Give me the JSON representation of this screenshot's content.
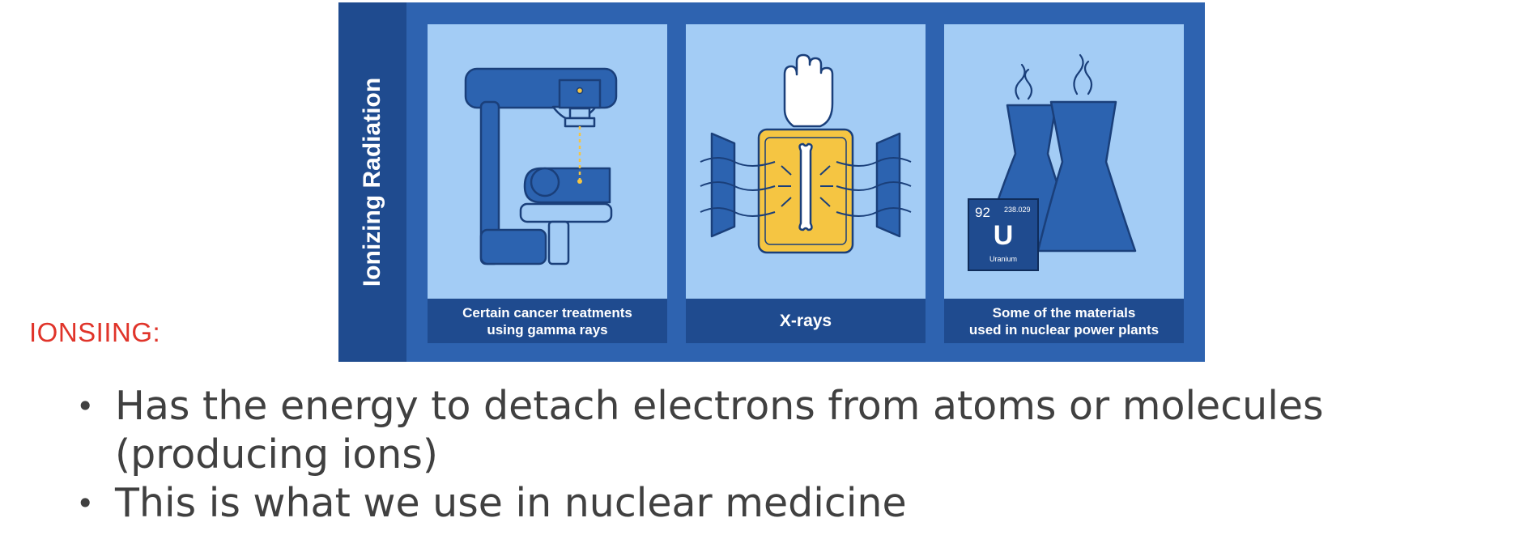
{
  "side_label": "IONSIING:",
  "banner": {
    "title": "Ionizing Radiation",
    "panels": [
      {
        "caption_lines": [
          "Certain cancer treatments",
          "using gamma rays"
        ],
        "icon": "radiotherapy-machine-icon"
      },
      {
        "caption_lines": [
          "X-rays"
        ],
        "icon": "xray-hand-bone-icon"
      },
      {
        "caption_lines": [
          "Some of the materials",
          "used in nuclear power plants"
        ],
        "icon": "cooling-towers-uranium-icon"
      }
    ],
    "element": {
      "number": "92",
      "mass": "238.029",
      "symbol": "U",
      "name": "Uranium"
    },
    "colors": {
      "frame": "#2e63b0",
      "strip": "#1f4b8f",
      "panel": "#a3ccf5",
      "icon_blue": "#2c63b0",
      "icon_yellow": "#f5c542"
    }
  },
  "bullets": [
    "Has the energy to detach electrons from atoms or molecules (producing ions)",
    "This is what we use in nuclear medicine"
  ],
  "colors": {
    "side_label": "#e0342a",
    "body_text": "#404040"
  }
}
